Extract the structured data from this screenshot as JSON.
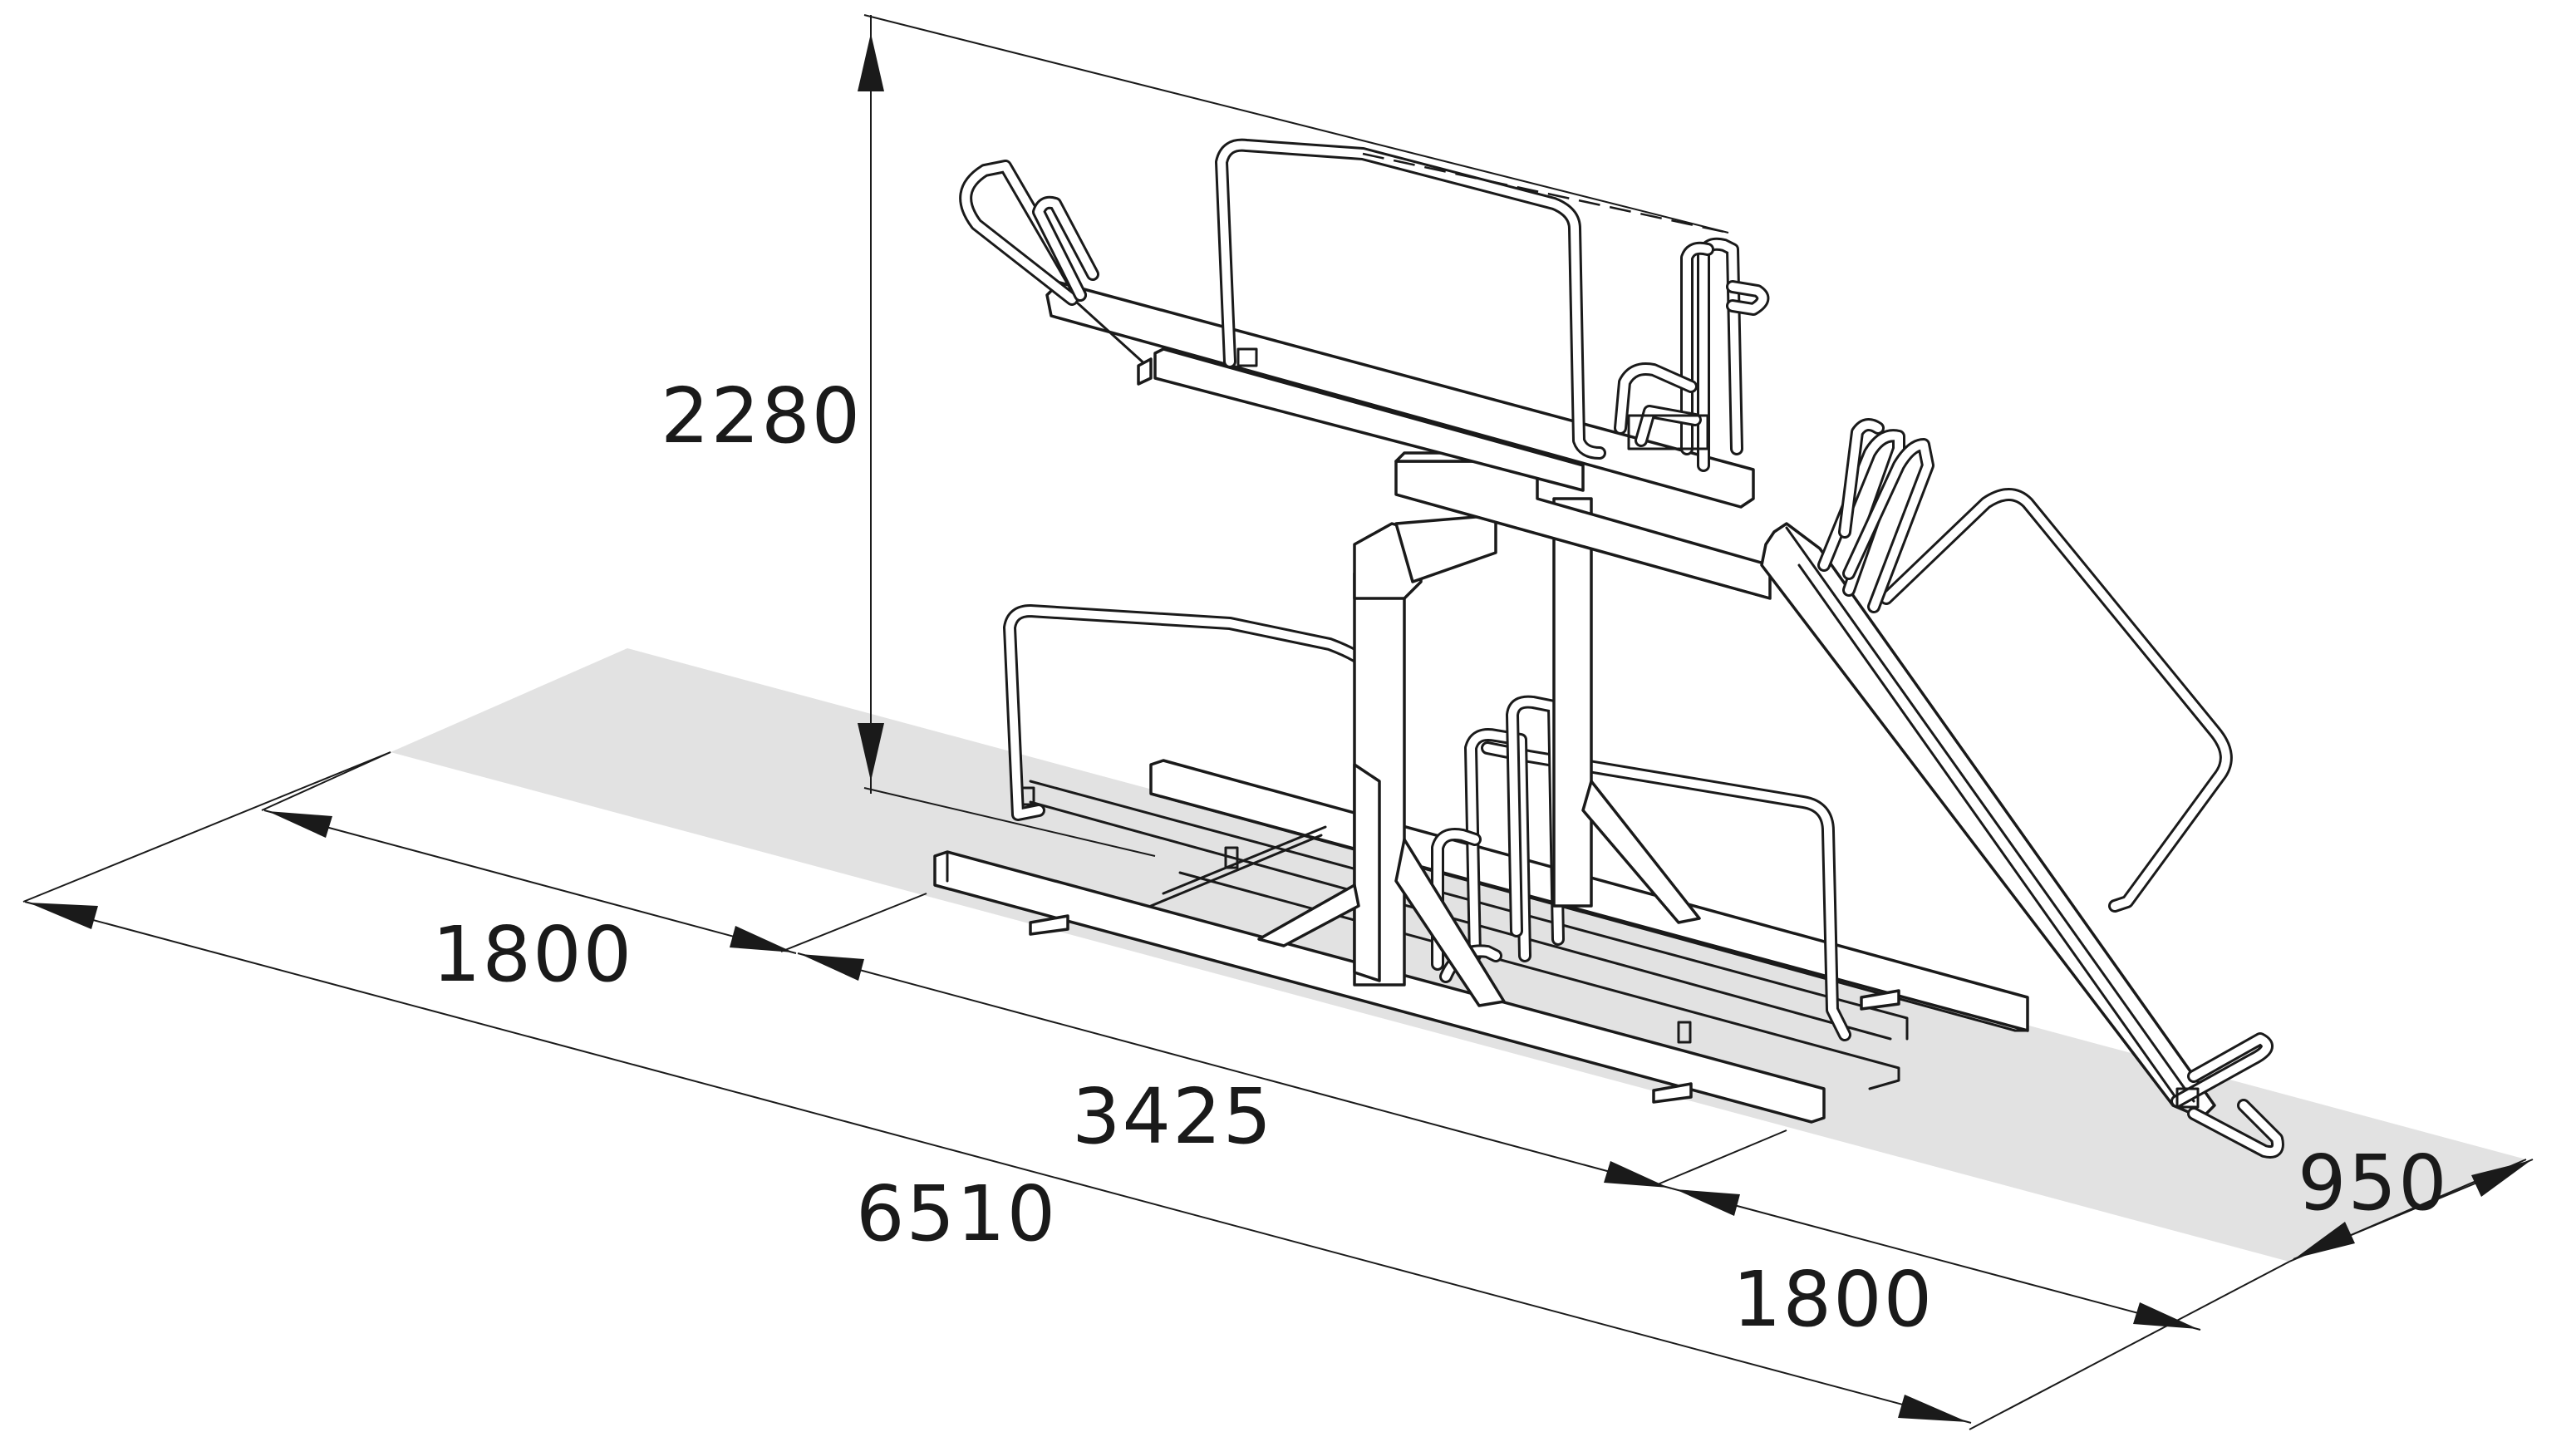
{
  "dimensions": {
    "height": "2280",
    "left_section": "1800",
    "middle_section": "3425",
    "total_length": "6510",
    "right_section": "1800",
    "depth": "950"
  },
  "colors": {
    "floor_shade": "#e2e2e2",
    "line": "#1a1a1a",
    "background": "#ffffff"
  }
}
